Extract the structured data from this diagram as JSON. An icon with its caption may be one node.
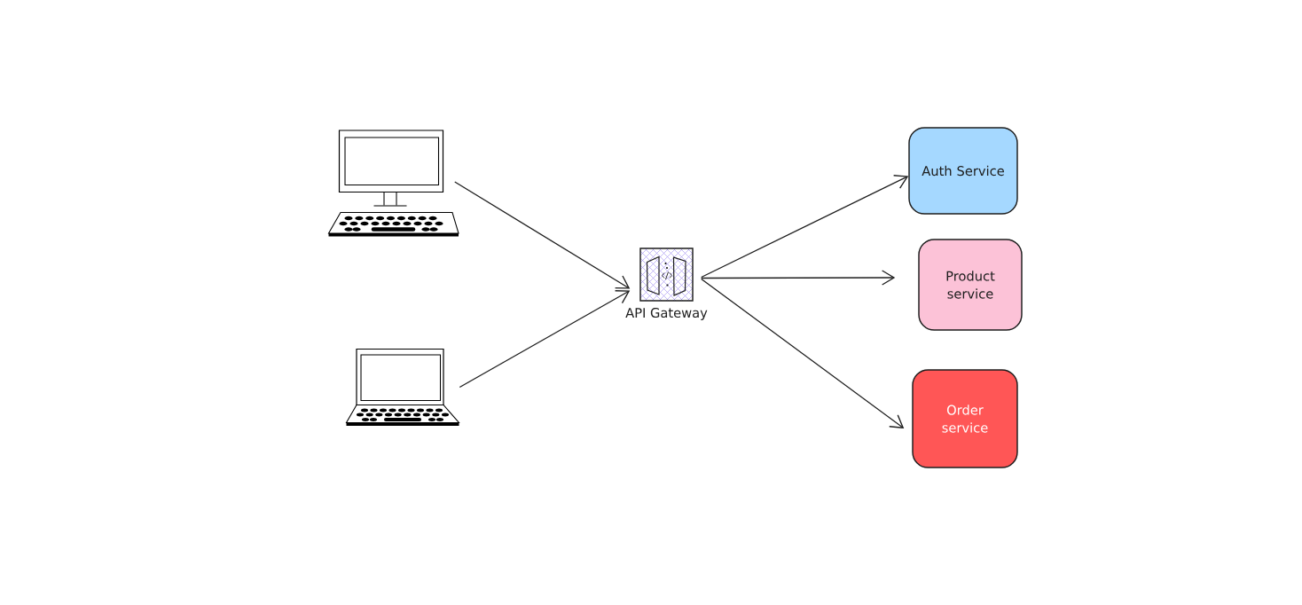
{
  "diagram": {
    "nodes": [
      {
        "text": [],
        "shape": "picture"
      },
      {
        "text": [],
        "shape": "picture"
      },
      {
        "text": [
          "API Gateway"
        ]
      },
      {
        "text": [
          "Auth Service"
        ]
      },
      {
        "text": [
          "Product service"
        ]
      },
      {
        "text": [
          "Order service"
        ]
      }
    ],
    "edges": [
      {
        "from": 0,
        "to": 2,
        "arrow": "to"
      },
      {
        "from": 1,
        "to": 2,
        "arrow": "to"
      },
      {
        "from": 2,
        "to": 3,
        "arrow": "to"
      },
      {
        "from": 2,
        "to": 4,
        "arrow": "to"
      },
      {
        "from": 2,
        "to": 5,
        "arrow": "to"
      }
    ]
  }
}
